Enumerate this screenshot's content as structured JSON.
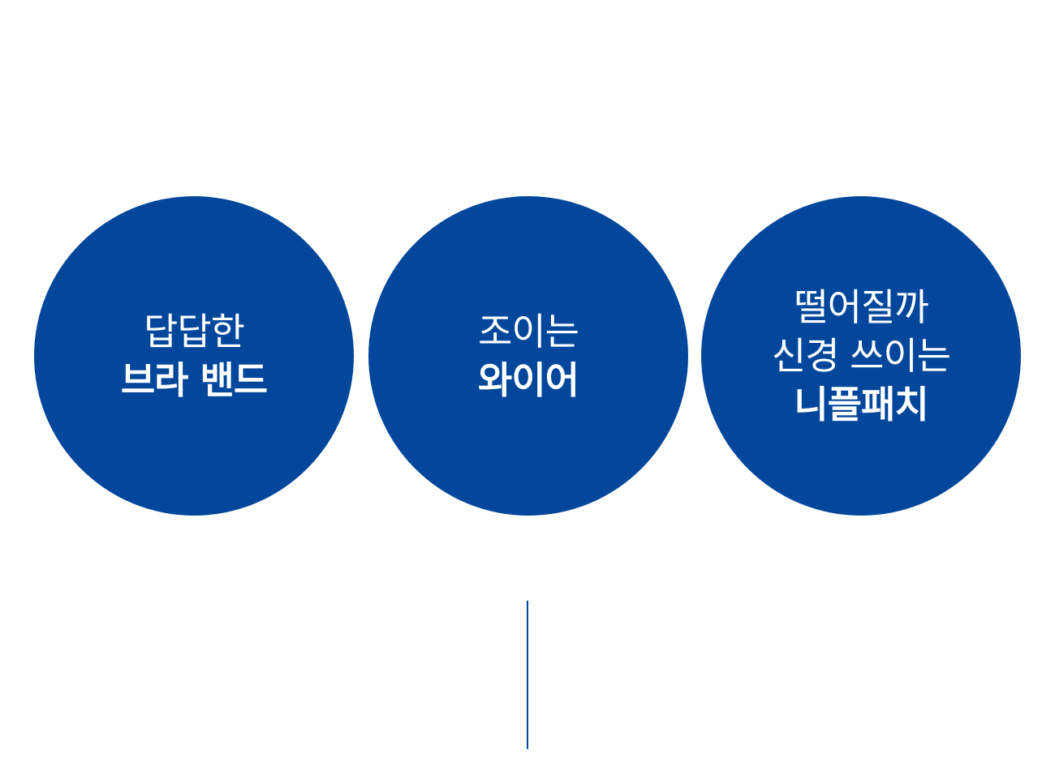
{
  "accent_color": "#02479b",
  "circles": [
    {
      "line1": "답답한",
      "line2": "브라 밴드"
    },
    {
      "line1": "조이는",
      "line2": "와이어"
    },
    {
      "line1": "떨어질까",
      "line2": "신경 쓰이는",
      "line3": "니플패치"
    }
  ]
}
